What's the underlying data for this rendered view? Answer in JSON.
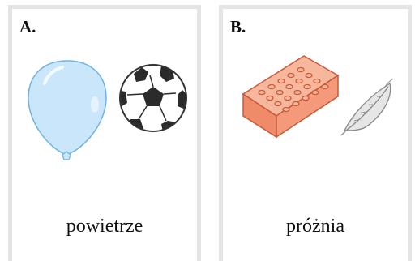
{
  "panels": [
    {
      "letter": "A.",
      "caption": "powietrze",
      "objects": [
        "balloon-icon",
        "soccer-ball-icon"
      ]
    },
    {
      "letter": "B.",
      "caption": "próżnia",
      "objects": [
        "brick-icon",
        "feather-icon"
      ]
    }
  ],
  "colors": {
    "panel_border": "#e4e4e4",
    "balloon": "#c9e6fa",
    "brick": "#f49a7a",
    "feather": "#e6e6e6"
  }
}
